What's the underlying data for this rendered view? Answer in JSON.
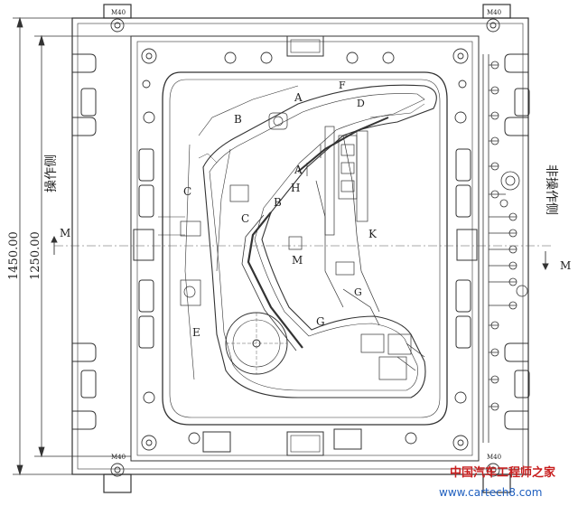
{
  "drawing": {
    "dimensions": {
      "outer": "1450.00",
      "inner": "1250.00"
    },
    "sides": {
      "operating": "操作侧",
      "non_operating": "非操作侧"
    },
    "axis_mark": "M",
    "bolt_labels": [
      "M40",
      "M40",
      "M40",
      "M40"
    ],
    "section_labels": [
      "A",
      "A",
      "B",
      "B",
      "C",
      "C",
      "D",
      "E",
      "F",
      "G",
      "G",
      "H",
      "K",
      "M"
    ]
  },
  "watermark": {
    "chinese": "中国汽车工程师之家",
    "url": "www.cartech8.com",
    "colors": {
      "red": "#c81e1e",
      "blue": "#1f5fbf"
    }
  }
}
